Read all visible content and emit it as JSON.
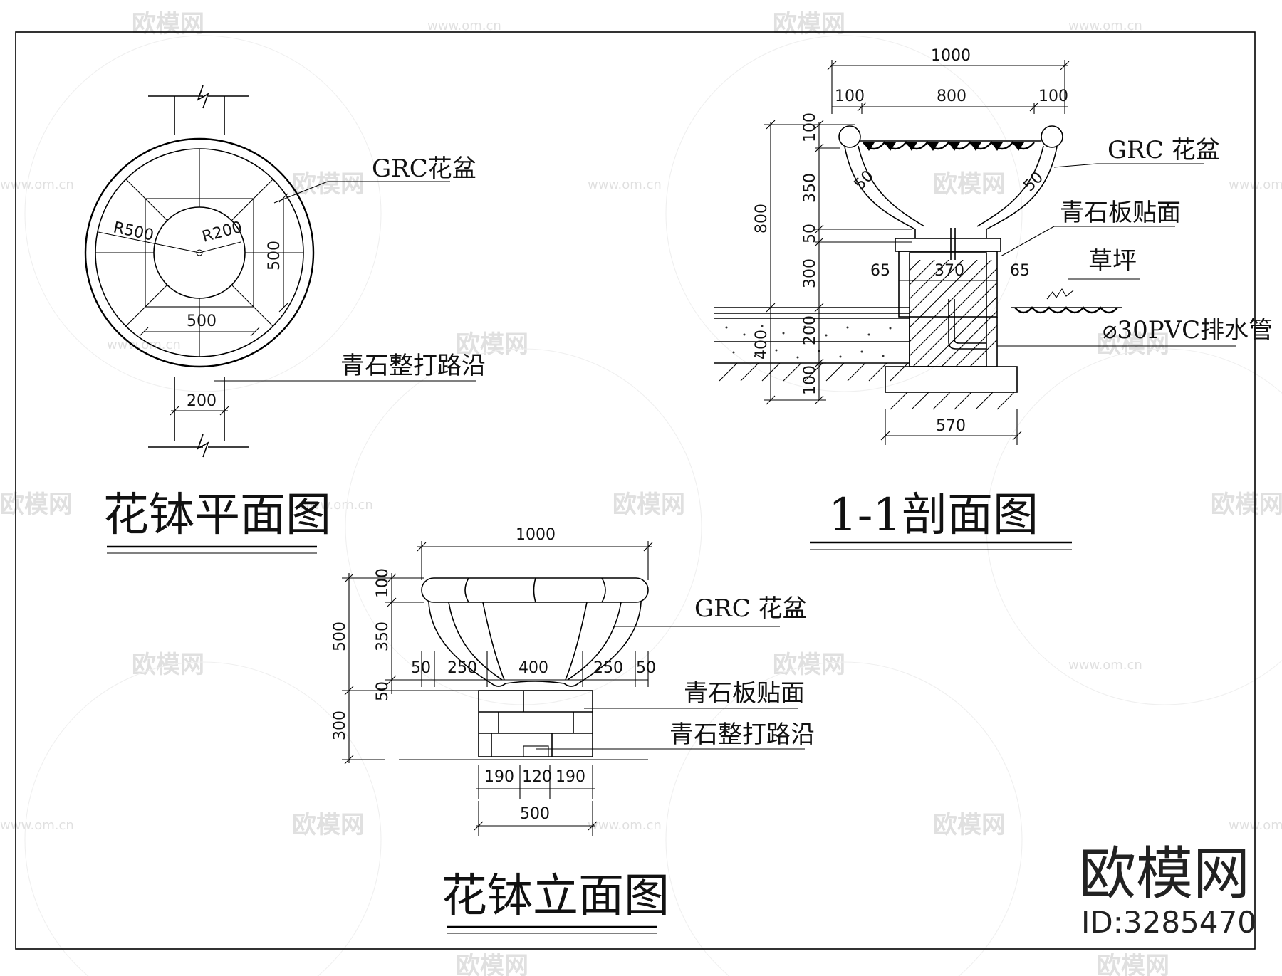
{
  "plan": {
    "title": "花钵平面图",
    "label_pot": "GRC花盆",
    "label_curb": "青石整打路沿",
    "dim_r500": "R500",
    "dim_r200": "R200",
    "dim_500_v": "500",
    "dim_500_h": "500",
    "dim_200": "200"
  },
  "section": {
    "title": "1-1剖面图",
    "label_pot": "GRC 花盆",
    "label_slab": "青石板贴面",
    "label_lawn": "草坪",
    "label_pipe": "⌀30PVC排水管",
    "dim_top_1000": "1000",
    "dim_100_left": "100",
    "dim_800": "800",
    "dim_100_right": "100",
    "dim_v_100": "100",
    "dim_v_350": "350",
    "dim_v_50": "50",
    "dim_v_300": "300",
    "dim_v_800": "800",
    "dim_v_400": "400",
    "dim_v_200": "200",
    "dim_v_100b": "100",
    "dim_50_a": "50",
    "dim_50_b": "50",
    "dim_65_left": "65",
    "dim_370": "370",
    "dim_65_right": "65",
    "dim_570": "570"
  },
  "elevation": {
    "title": "花钵立面图",
    "label_pot": "GRC 花盆",
    "label_slab": "青石板贴面",
    "label_curb": "青石整打路沿",
    "dim_1000": "1000",
    "dim_v_100": "100",
    "dim_v_350": "350",
    "dim_v_500": "500",
    "dim_v_50": "50",
    "dim_v_300": "300",
    "dim_50_l": "50",
    "dim_250_l": "250",
    "dim_400": "400",
    "dim_250_r": "250",
    "dim_50_r": "50",
    "dim_190_l": "190",
    "dim_120": "120",
    "dim_190_r": "190",
    "dim_500": "500"
  },
  "watermark": {
    "brand": "欧模网",
    "id": "ID:3285470",
    "tile_text": "欧模网",
    "url": "www.om.cn"
  }
}
